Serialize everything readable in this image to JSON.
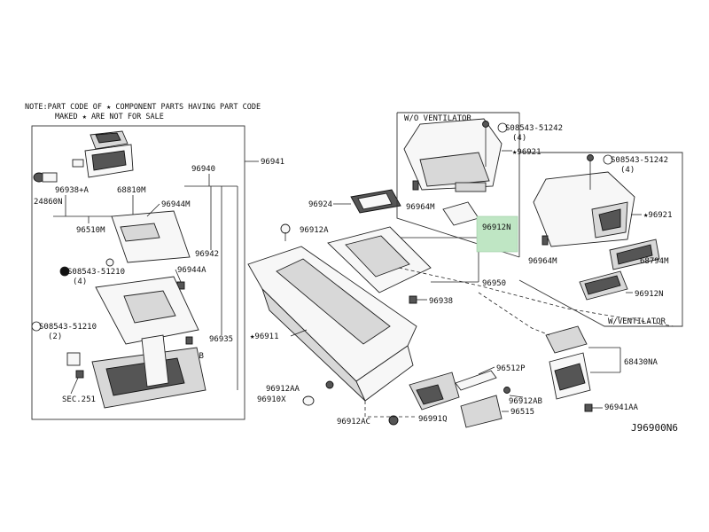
{
  "colors": {
    "highlight": "#bfe6c4",
    "ink": "#222222"
  },
  "note": {
    "line1": "NOTE:PART CODE OF ★ COMPONENT PARTS HAVING PART CODE",
    "line2": "MAKED ★ ARE NOT FOR SALE"
  },
  "boxes": {
    "wo_ventilator": "W/O VENTILATOR",
    "w_ventilator": "W/VENTILATOR"
  },
  "labels": {
    "p96941": "96941",
    "p96940": "96940",
    "p96938a": "96938+A",
    "p68810m": "68810M",
    "p24860n": "24860N",
    "p96510m": "96510M",
    "p96944m": "96944M",
    "p96942": "96942",
    "p96944a": "96944A",
    "p08543_51210_a": "S08543-51210",
    "p08543_51210_a_qty": "(4)",
    "p08543_51210_b": "S08543-51210",
    "p08543_51210_b_qty": "(2)",
    "p96935": "96935",
    "p96938b": "96938+B",
    "psec251": "SEC.251",
    "p96924": "96924",
    "p96912a": "96912A",
    "p96911": "★96911",
    "p96950": "96950",
    "p96938": "96938",
    "p96912aa": "96912AA",
    "p96910x": "96910X",
    "p96912ac": "96912AC",
    "p96991q": "96991Q",
    "p96512p": "96512P",
    "p96912ab": "96912AB",
    "p96515": "96515",
    "p68430na": "68430NA",
    "p96941aa": "96941AA",
    "p08543_51242_a": "S08543-51242",
    "p08543_51242_a_qty": "(4)",
    "p96921_a": "★96921",
    "p96964m_a": "96964M",
    "p96912n_a": "96912N",
    "p08543_51242_b": "S08543-51242",
    "p08543_51242_b_qty": "(4)",
    "p96921_b": "★96921",
    "p96964m_b": "96964M",
    "p68794m": "68794M",
    "p96912n_b": "96912N"
  },
  "diagram_code": "J96900N6"
}
